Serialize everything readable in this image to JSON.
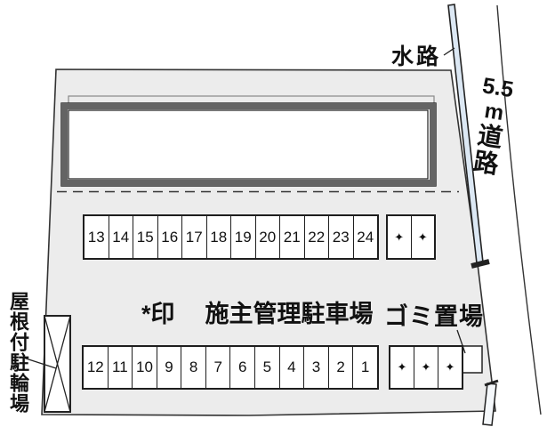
{
  "labels": {
    "waterway": "水路",
    "road": "5.5ｍ道路",
    "legend_mark": "*印",
    "legend_text": "施主管理駐車場",
    "garbage": "ゴミ置場",
    "bicycle_parking": "屋根付駐輪場"
  },
  "road_chars": [
    "5.5",
    "m",
    "道",
    "路"
  ],
  "parking": {
    "row_top_numbers": [
      "13",
      "14",
      "15",
      "16",
      "17",
      "18",
      "19",
      "20",
      "21",
      "22",
      "23",
      "24"
    ],
    "row_top_marked": [
      "✦",
      "✦"
    ],
    "row_bottom_numbers": [
      "12",
      "11",
      "10",
      "9",
      "8",
      "7",
      "6",
      "5",
      "4",
      "3",
      "2",
      "1"
    ],
    "row_bottom_marked": [
      "✦",
      "✦",
      "✦"
    ]
  },
  "colors": {
    "plot_fill": "#ececec",
    "water_fill": "#dce8f4",
    "line": "#2e2e2e",
    "building_border": "#5e5e5e"
  }
}
